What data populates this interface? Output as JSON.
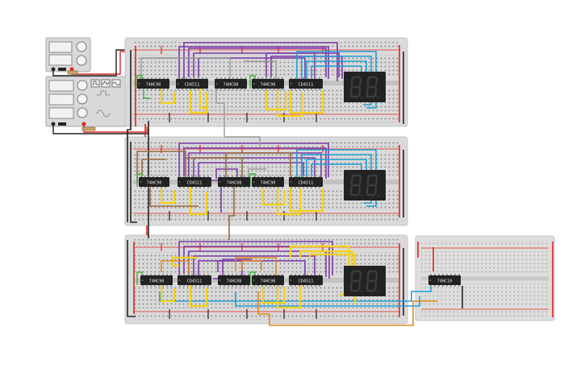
{
  "chips": {
    "counter_label": "74HC90",
    "decoder_label": "CD4511",
    "gate_label": "74HC08",
    "extra_label": "74HC10"
  },
  "display": {
    "digit_text": "88"
  },
  "colors": {
    "board": "#dcdcdc",
    "rail_red": "#e0261e",
    "rail_dark": "#222222",
    "chip": "#222222",
    "wire_purple": "#7b3aa8",
    "wire_yellow": "#f3d21a",
    "wire_blue": "#1f9fd6",
    "wire_brown": "#9a6a3a",
    "wire_gray": "#9a9a9a",
    "wire_orange": "#e08a1e",
    "wire_green": "#3db13d",
    "led_off": "#222222",
    "segment": "#3c3c3c"
  }
}
